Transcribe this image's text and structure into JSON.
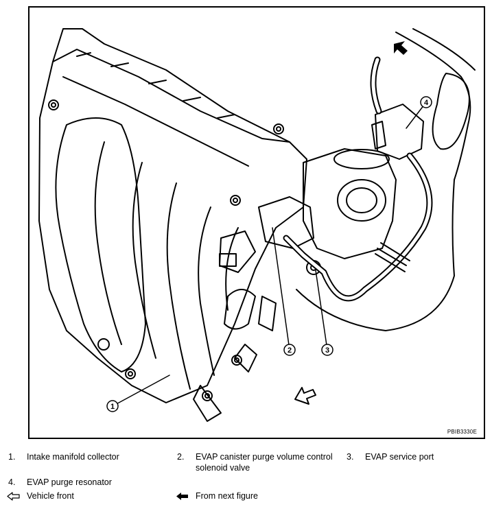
{
  "figure": {
    "id": "PBIB3330E",
    "callouts": [
      "1",
      "2",
      "3",
      "4"
    ]
  },
  "legend": [
    {
      "num": "1.",
      "label": "Intake manifold collector"
    },
    {
      "num": "2.",
      "label": "EVAP canister purge volume control",
      "label2": "solenoid valve"
    },
    {
      "num": "3.",
      "label": "EVAP service port"
    },
    {
      "num": "4.",
      "label": "EVAP purge resonator"
    }
  ],
  "symbols": [
    {
      "icon": "hollow-arrow-left-icon",
      "label": "Vehicle front"
    },
    {
      "icon": "solid-arrow-left-icon",
      "label": "From next figure"
    }
  ]
}
